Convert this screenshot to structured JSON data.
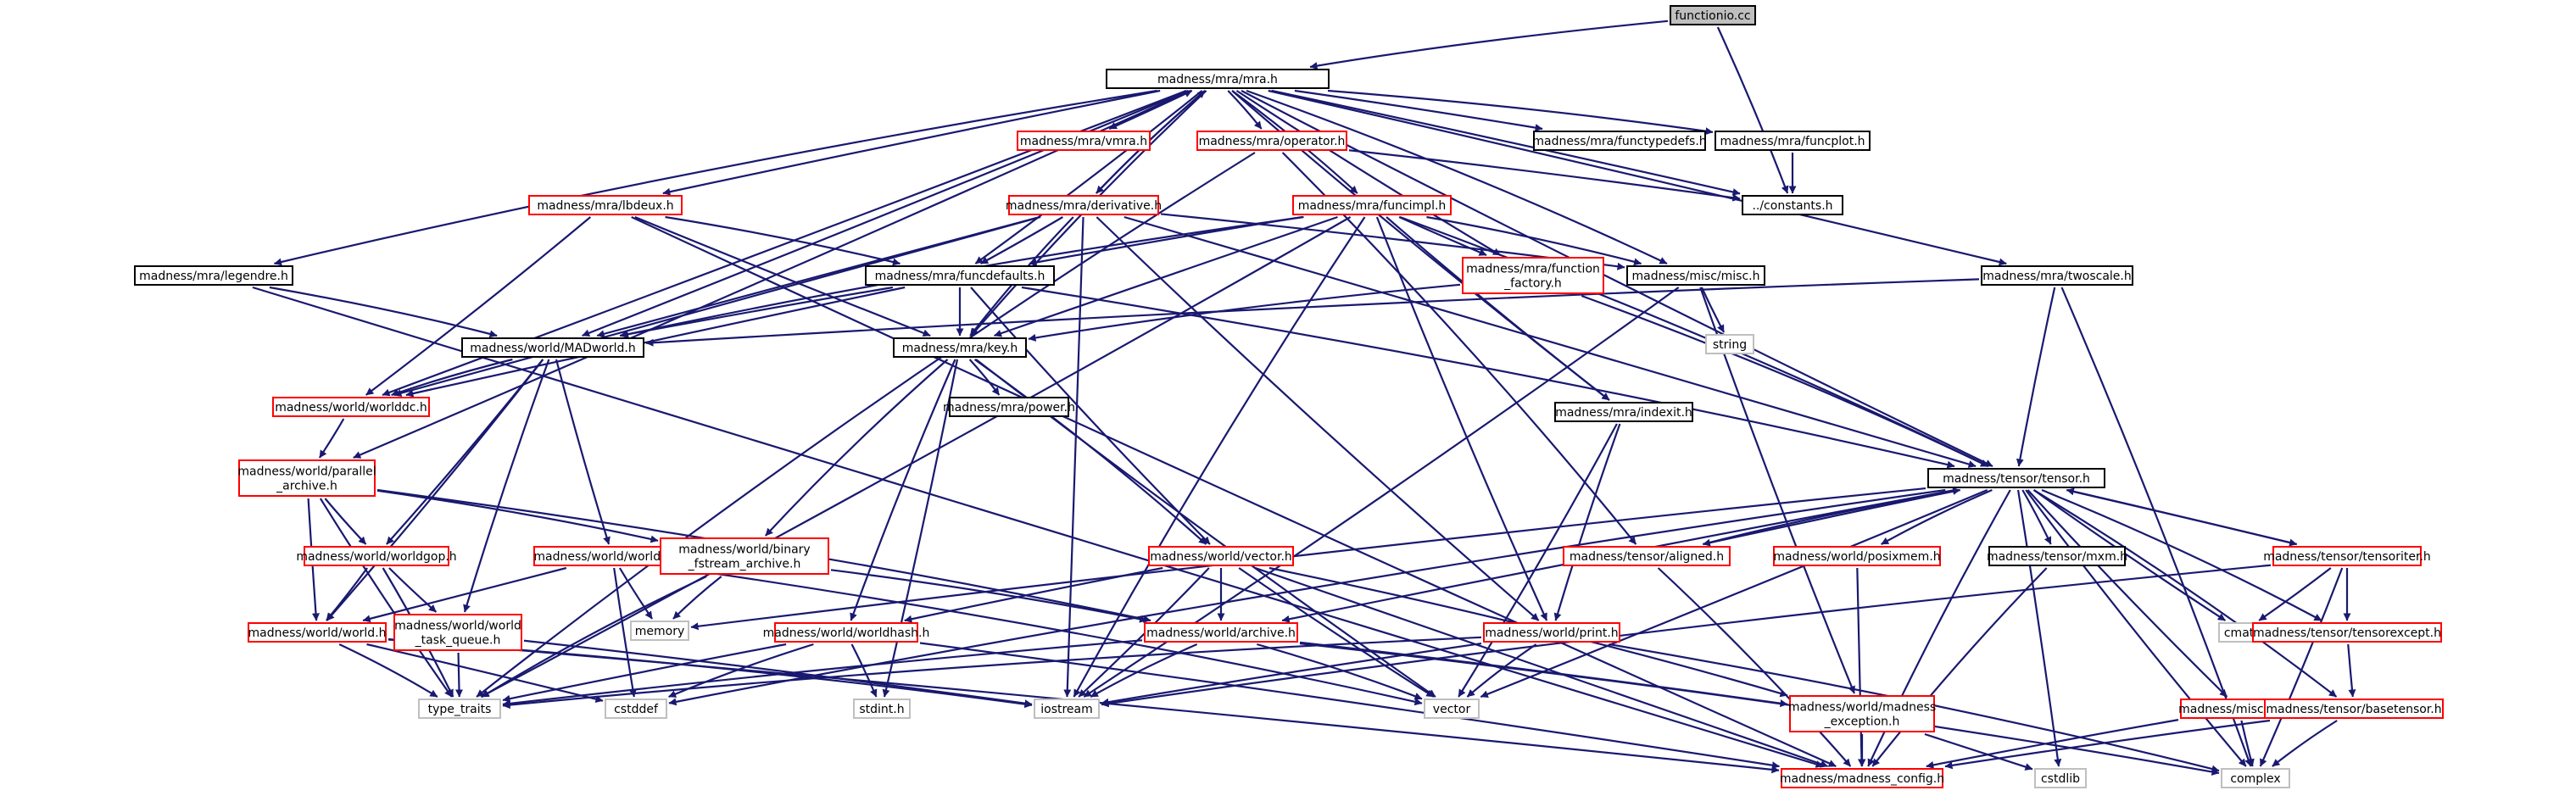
{
  "diagram": {
    "title": "",
    "colors": {
      "background": "#ffffff",
      "edge": "#191970",
      "root_fill": "#bfbfbf",
      "root_border": "#000000",
      "documented_border": "#000000",
      "undocumented_border": "#ff0000",
      "external_border": "#bfbfbf",
      "node_fill": "#ffffff"
    },
    "nodes": [
      {
        "id": "functionio",
        "lines": [
          "functionio.cc"
        ],
        "kind": "root"
      },
      {
        "id": "mra",
        "lines": [
          "madness/mra/mra.h"
        ],
        "kind": "documented"
      },
      {
        "id": "vmra",
        "lines": [
          "madness/mra/vmra.h"
        ],
        "kind": "undocumented"
      },
      {
        "id": "operator",
        "lines": [
          "madness/mra/operator.h"
        ],
        "kind": "undocumented"
      },
      {
        "id": "functypedefs",
        "lines": [
          "madness/mra/functypedefs.h"
        ],
        "kind": "documented"
      },
      {
        "id": "funcplot",
        "lines": [
          "madness/mra/funcplot.h"
        ],
        "kind": "documented"
      },
      {
        "id": "constants",
        "lines": [
          "../constants.h"
        ],
        "kind": "documented"
      },
      {
        "id": "lbdeux",
        "lines": [
          "madness/mra/lbdeux.h"
        ],
        "kind": "undocumented"
      },
      {
        "id": "derivative",
        "lines": [
          "madness/mra/derivative.h"
        ],
        "kind": "undocumented"
      },
      {
        "id": "funcimpl",
        "lines": [
          "madness/mra/funcimpl.h"
        ],
        "kind": "undocumented"
      },
      {
        "id": "legendre",
        "lines": [
          "madness/mra/legendre.h"
        ],
        "kind": "documented"
      },
      {
        "id": "funcdefaults",
        "lines": [
          "madness/mra/funcdefaults.h"
        ],
        "kind": "documented"
      },
      {
        "id": "function_factory",
        "lines": [
          "madness/mra/function",
          "_factory.h"
        ],
        "kind": "undocumented"
      },
      {
        "id": "misc",
        "lines": [
          "madness/misc/misc.h"
        ],
        "kind": "documented"
      },
      {
        "id": "twoscale",
        "lines": [
          "madness/mra/twoscale.h"
        ],
        "kind": "documented"
      },
      {
        "id": "string",
        "lines": [
          "string"
        ],
        "kind": "external"
      },
      {
        "id": "madworld",
        "lines": [
          "madness/world/MADworld.h"
        ],
        "kind": "documented"
      },
      {
        "id": "key",
        "lines": [
          "madness/mra/key.h"
        ],
        "kind": "documented"
      },
      {
        "id": "worlddc",
        "lines": [
          "madness/world/worlddc.h"
        ],
        "kind": "undocumented"
      },
      {
        "id": "power",
        "lines": [
          "madness/mra/power.h"
        ],
        "kind": "documented"
      },
      {
        "id": "indexit",
        "lines": [
          "madness/mra/indexit.h"
        ],
        "kind": "documented"
      },
      {
        "id": "parallel_archive",
        "lines": [
          "madness/world/parallel",
          "_archive.h"
        ],
        "kind": "undocumented"
      },
      {
        "id": "tensor",
        "lines": [
          "madness/tensor/tensor.h"
        ],
        "kind": "documented"
      },
      {
        "id": "worldgop",
        "lines": [
          "madness/world/worldgop.h"
        ],
        "kind": "undocumented"
      },
      {
        "id": "worldam",
        "lines": [
          "madness/world/worldam.h"
        ],
        "kind": "undocumented"
      },
      {
        "id": "binary_fstream",
        "lines": [
          "madness/world/binary",
          "_fstream_archive.h"
        ],
        "kind": "undocumented"
      },
      {
        "id": "vector",
        "lines": [
          "madness/world/vector.h"
        ],
        "kind": "undocumented"
      },
      {
        "id": "aligned",
        "lines": [
          "madness/tensor/aligned.h"
        ],
        "kind": "undocumented"
      },
      {
        "id": "posixmem",
        "lines": [
          "madness/world/posixmem.h"
        ],
        "kind": "undocumented"
      },
      {
        "id": "mxm",
        "lines": [
          "madness/tensor/mxm.h"
        ],
        "kind": "documented"
      },
      {
        "id": "tensoriter",
        "lines": [
          "madness/tensor/tensoriter.h"
        ],
        "kind": "undocumented"
      },
      {
        "id": "memory",
        "lines": [
          "memory"
        ],
        "kind": "external"
      },
      {
        "id": "world",
        "lines": [
          "madness/world/world.h"
        ],
        "kind": "undocumented"
      },
      {
        "id": "world_task_queue",
        "lines": [
          "madness/world/world",
          "_task_queue.h"
        ],
        "kind": "undocumented"
      },
      {
        "id": "worldhash",
        "lines": [
          "madness/world/worldhash.h"
        ],
        "kind": "undocumented"
      },
      {
        "id": "archive",
        "lines": [
          "madness/world/archive.h"
        ],
        "kind": "undocumented"
      },
      {
        "id": "print",
        "lines": [
          "madness/world/print.h"
        ],
        "kind": "undocumented"
      },
      {
        "id": "cmath",
        "lines": [
          "cmath"
        ],
        "kind": "external"
      },
      {
        "id": "tensorexcept",
        "lines": [
          "madness/tensor/tensorexcept.h"
        ],
        "kind": "undocumented"
      },
      {
        "id": "type_traits",
        "lines": [
          "type_traits"
        ],
        "kind": "external"
      },
      {
        "id": "cstddef",
        "lines": [
          "cstddef"
        ],
        "kind": "external"
      },
      {
        "id": "stdint",
        "lines": [
          "stdint.h"
        ],
        "kind": "external"
      },
      {
        "id": "iostream",
        "lines": [
          "iostream"
        ],
        "kind": "external"
      },
      {
        "id": "vector_std",
        "lines": [
          "vector"
        ],
        "kind": "external"
      },
      {
        "id": "madness_exception",
        "lines": [
          "madness/world/madness",
          "_exception.h"
        ],
        "kind": "undocumented"
      },
      {
        "id": "ran",
        "lines": [
          "madness/misc/ran.h"
        ],
        "kind": "undocumented"
      },
      {
        "id": "basetensor",
        "lines": [
          "madness/tensor/basetensor.h"
        ],
        "kind": "undocumented"
      },
      {
        "id": "madness_config",
        "lines": [
          "madness/madness_config.h"
        ],
        "kind": "undocumented"
      },
      {
        "id": "cstdlib",
        "lines": [
          "cstdlib"
        ],
        "kind": "external"
      },
      {
        "id": "complex",
        "lines": [
          "complex"
        ],
        "kind": "external"
      }
    ],
    "edges": [
      [
        "functionio",
        "mra"
      ],
      [
        "functionio",
        "constants"
      ],
      [
        "mra",
        "vmra"
      ],
      [
        "mra",
        "operator"
      ],
      [
        "mra",
        "functypedefs"
      ],
      [
        "mra",
        "funcplot"
      ],
      [
        "mra",
        "constants"
      ],
      [
        "mra",
        "lbdeux"
      ],
      [
        "mra",
        "derivative"
      ],
      [
        "mra",
        "funcimpl"
      ],
      [
        "mra",
        "legendre"
      ],
      [
        "mra",
        "funcdefaults"
      ],
      [
        "mra",
        "function_factory"
      ],
      [
        "mra",
        "misc"
      ],
      [
        "mra",
        "twoscale"
      ],
      [
        "mra",
        "madworld"
      ],
      [
        "mra",
        "key"
      ],
      [
        "mra",
        "worlddc"
      ],
      [
        "mra",
        "indexit"
      ],
      [
        "mra",
        "parallel_archive"
      ],
      [
        "mra",
        "tensor"
      ],
      [
        "vmra",
        "mra"
      ],
      [
        "derivative",
        "mra"
      ],
      [
        "funcplot",
        "constants"
      ],
      [
        "operator",
        "constants"
      ],
      [
        "operator",
        "aligned"
      ],
      [
        "operator",
        "type_traits"
      ],
      [
        "lbdeux",
        "funcdefaults"
      ],
      [
        "lbdeux",
        "key"
      ],
      [
        "lbdeux",
        "worlddc"
      ],
      [
        "lbdeux",
        "madness_config"
      ],
      [
        "derivative",
        "funcdefaults"
      ],
      [
        "derivative",
        "misc"
      ],
      [
        "derivative",
        "madworld"
      ],
      [
        "derivative",
        "key"
      ],
      [
        "derivative",
        "worlddc"
      ],
      [
        "derivative",
        "tensor"
      ],
      [
        "derivative",
        "iostream"
      ],
      [
        "derivative",
        "print"
      ],
      [
        "funcimpl",
        "funcdefaults"
      ],
      [
        "funcimpl",
        "function_factory"
      ],
      [
        "funcimpl",
        "misc"
      ],
      [
        "funcimpl",
        "madworld"
      ],
      [
        "funcimpl",
        "key"
      ],
      [
        "funcimpl",
        "indexit"
      ],
      [
        "funcimpl",
        "tensor"
      ],
      [
        "funcimpl",
        "iostream"
      ],
      [
        "funcimpl",
        "type_traits"
      ],
      [
        "funcimpl",
        "print"
      ],
      [
        "legendre",
        "madworld"
      ],
      [
        "legendre",
        "madness_config"
      ],
      [
        "funcdefaults",
        "madworld"
      ],
      [
        "funcdefaults",
        "key"
      ],
      [
        "funcdefaults",
        "worlddc"
      ],
      [
        "funcdefaults",
        "vector"
      ],
      [
        "funcdefaults",
        "tensor"
      ],
      [
        "function_factory",
        "key"
      ],
      [
        "function_factory",
        "tensor"
      ],
      [
        "misc",
        "string"
      ],
      [
        "misc",
        "iostream"
      ],
      [
        "misc",
        "madness_exception"
      ],
      [
        "twoscale",
        "madworld"
      ],
      [
        "twoscale",
        "tensor"
      ],
      [
        "twoscale",
        "complex"
      ],
      [
        "madworld",
        "worlddc"
      ],
      [
        "madworld",
        "worldgop"
      ],
      [
        "madworld",
        "worldam"
      ],
      [
        "madworld",
        "world"
      ],
      [
        "madworld",
        "world_task_queue"
      ],
      [
        "key",
        "power"
      ],
      [
        "key",
        "binary_fstream"
      ],
      [
        "key",
        "vector"
      ],
      [
        "key",
        "worldhash"
      ],
      [
        "key",
        "stdint"
      ],
      [
        "key",
        "vector_std"
      ],
      [
        "worlddc",
        "parallel_archive"
      ],
      [
        "indexit",
        "print"
      ],
      [
        "indexit",
        "vector_std"
      ],
      [
        "parallel_archive",
        "worldgop"
      ],
      [
        "parallel_archive",
        "binary_fstream"
      ],
      [
        "parallel_archive",
        "world"
      ],
      [
        "parallel_archive",
        "archive"
      ],
      [
        "parallel_archive",
        "type_traits"
      ],
      [
        "tensor",
        "aligned"
      ],
      [
        "tensor",
        "posixmem"
      ],
      [
        "tensor",
        "mxm"
      ],
      [
        "tensor",
        "tensoriter"
      ],
      [
        "tensor",
        "archive"
      ],
      [
        "tensor",
        "cmath"
      ],
      [
        "tensor",
        "tensorexcept"
      ],
      [
        "tensor",
        "ran"
      ],
      [
        "tensor",
        "basetensor"
      ],
      [
        "tensor",
        "madness_config"
      ],
      [
        "tensor",
        "cstdlib"
      ],
      [
        "tensor",
        "complex"
      ],
      [
        "tensor",
        "memory"
      ],
      [
        "tensor",
        "cstddef"
      ],
      [
        "tensor",
        "vector_std"
      ],
      [
        "aligned",
        "tensor"
      ],
      [
        "aligned",
        "madness_config"
      ],
      [
        "tensoriter",
        "tensor"
      ],
      [
        "tensoriter",
        "cmath"
      ],
      [
        "tensoriter",
        "tensorexcept"
      ],
      [
        "tensoriter",
        "complex"
      ],
      [
        "tensoriter",
        "iostream"
      ],
      [
        "posixmem",
        "madness_config"
      ],
      [
        "mxm",
        "madness_config"
      ],
      [
        "worldgop",
        "world"
      ],
      [
        "worldgop",
        "world_task_queue"
      ],
      [
        "worldgop",
        "type_traits"
      ],
      [
        "worldam",
        "memory"
      ],
      [
        "worldam",
        "world"
      ],
      [
        "worldam",
        "cstddef"
      ],
      [
        "worldam",
        "vector_std"
      ],
      [
        "binary_fstream",
        "memory"
      ],
      [
        "binary_fstream",
        "archive"
      ],
      [
        "binary_fstream",
        "type_traits"
      ],
      [
        "vector",
        "worldhash"
      ],
      [
        "vector",
        "archive"
      ],
      [
        "vector",
        "iostream"
      ],
      [
        "vector",
        "vector_std"
      ],
      [
        "vector",
        "madness_exception"
      ],
      [
        "vector",
        "madness_config"
      ],
      [
        "world",
        "type_traits"
      ],
      [
        "world",
        "cstddef"
      ],
      [
        "world",
        "iostream"
      ],
      [
        "world",
        "madness_config"
      ],
      [
        "world_task_queue",
        "type_traits"
      ],
      [
        "world_task_queue",
        "iostream"
      ],
      [
        "worldhash",
        "type_traits"
      ],
      [
        "worldhash",
        "cstddef"
      ],
      [
        "worldhash",
        "stdint"
      ],
      [
        "worldhash",
        "madness_config"
      ],
      [
        "archive",
        "type_traits"
      ],
      [
        "archive",
        "iostream"
      ],
      [
        "archive",
        "vector_std"
      ],
      [
        "archive",
        "madness_exception"
      ],
      [
        "archive",
        "complex"
      ],
      [
        "print",
        "type_traits"
      ],
      [
        "print",
        "iostream"
      ],
      [
        "print",
        "vector_std"
      ],
      [
        "print",
        "complex"
      ],
      [
        "tensorexcept",
        "basetensor"
      ],
      [
        "basetensor",
        "madness_config"
      ],
      [
        "basetensor",
        "complex"
      ],
      [
        "ran",
        "madness_config"
      ],
      [
        "ran",
        "complex"
      ],
      [
        "madness_exception",
        "madness_config"
      ],
      [
        "madness_exception",
        "cstdlib"
      ]
    ]
  }
}
